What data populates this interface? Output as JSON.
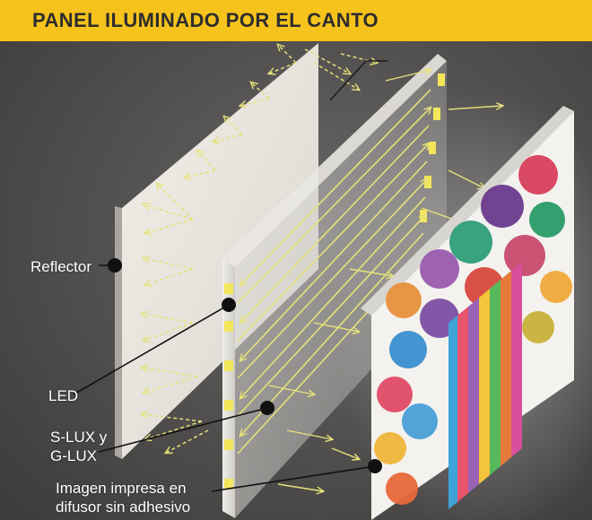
{
  "header": {
    "title": "PANEL ILUMINADO POR EL CANTO"
  },
  "labels": {
    "reflector": "Reflector",
    "led": "LED",
    "slux_line1": "S-LUX y",
    "slux_line2": "G-LUX",
    "imagen_line1": "Imagen impresa en",
    "imagen_line2": "difusor sin adhesivo"
  },
  "colors": {
    "header_bg": "#f6c31c",
    "header_text": "#2d2d2d",
    "light_arrows": "#e6e27a",
    "led_yellow": "#f3e65a",
    "label_text": "#ffffff"
  }
}
